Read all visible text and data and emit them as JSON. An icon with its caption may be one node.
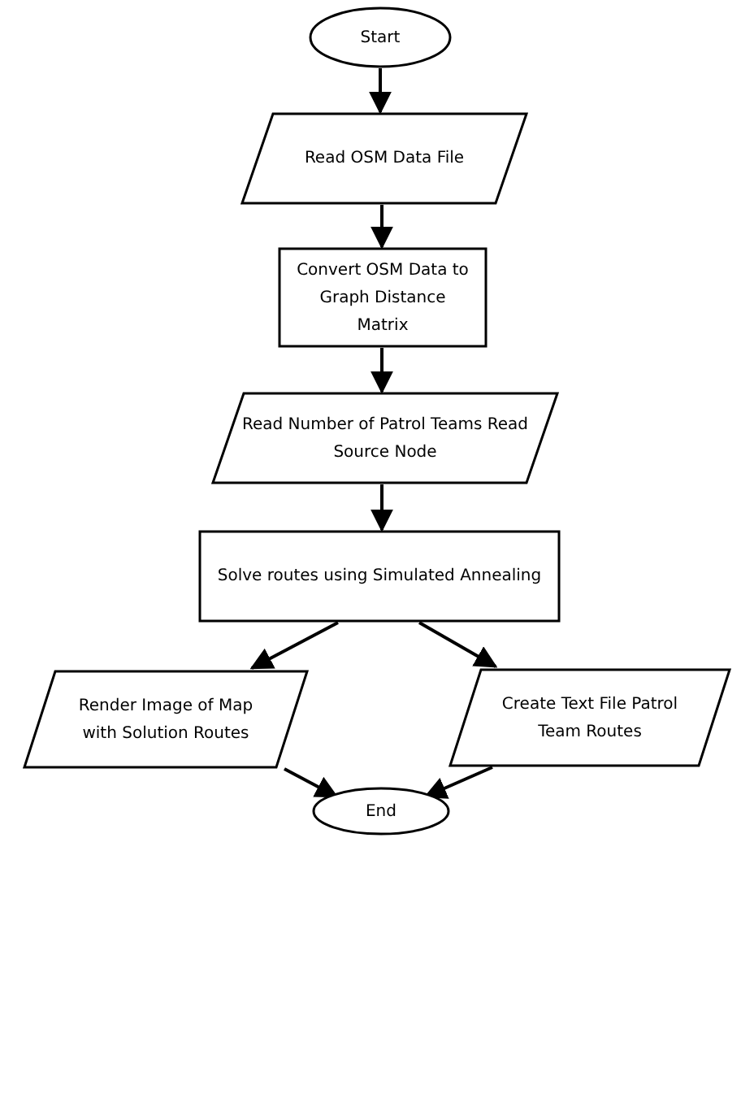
{
  "diagram": {
    "nodes": [
      {
        "text": [
          "Start"
        ]
      },
      {
        "text": [
          "Read OSM Data File"
        ]
      },
      {
        "text": [
          "Convert OSM Data to Graph Distance Matrix"
        ]
      },
      {
        "text": [
          "Read Number of Patrol Teams Read Source Node"
        ]
      },
      {
        "text": [
          "Solve routes using Simulated Annealing"
        ]
      },
      {
        "text": [
          "Render Image of Map with Solution Routes"
        ]
      },
      {
        "text": [
          "Create Text File Patrol Team Routes"
        ]
      },
      {
        "text": [
          "End"
        ]
      }
    ],
    "edges": [
      {
        "from": 0,
        "to": 1,
        "arrow": "to"
      },
      {
        "from": 1,
        "to": 2,
        "arrow": "to"
      },
      {
        "from": 2,
        "to": 3,
        "arrow": "to"
      },
      {
        "from": 3,
        "to": 4,
        "arrow": "to"
      },
      {
        "from": 4,
        "to": 5,
        "arrow": "to"
      },
      {
        "from": 4,
        "to": 6,
        "arrow": "to"
      },
      {
        "from": 5,
        "to": 7,
        "arrow": "to"
      },
      {
        "from": 6,
        "to": 7,
        "arrow": "to"
      }
    ]
  }
}
